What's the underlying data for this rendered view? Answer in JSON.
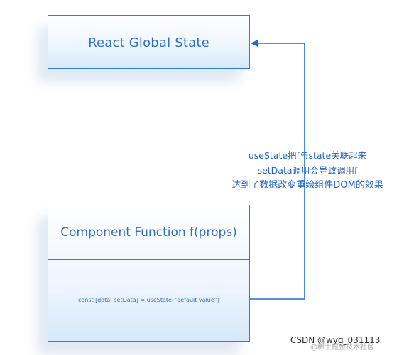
{
  "diagram": {
    "state_box": {
      "title": "React Global State"
    },
    "component_box": {
      "title": "Component Function f(props)",
      "code": "const [data, setData] = useState(“default value”)"
    },
    "annotation": [
      "useState把f与state关联起来",
      "setData调用会导致调用f",
      "达到了数据改变重绘组件DOM的效果"
    ],
    "arrow_color": "#1f6fd0"
  },
  "watermark": {
    "text": "CSDN @wyg_031113",
    "logo_text": "@稀土掘金技术社区"
  }
}
